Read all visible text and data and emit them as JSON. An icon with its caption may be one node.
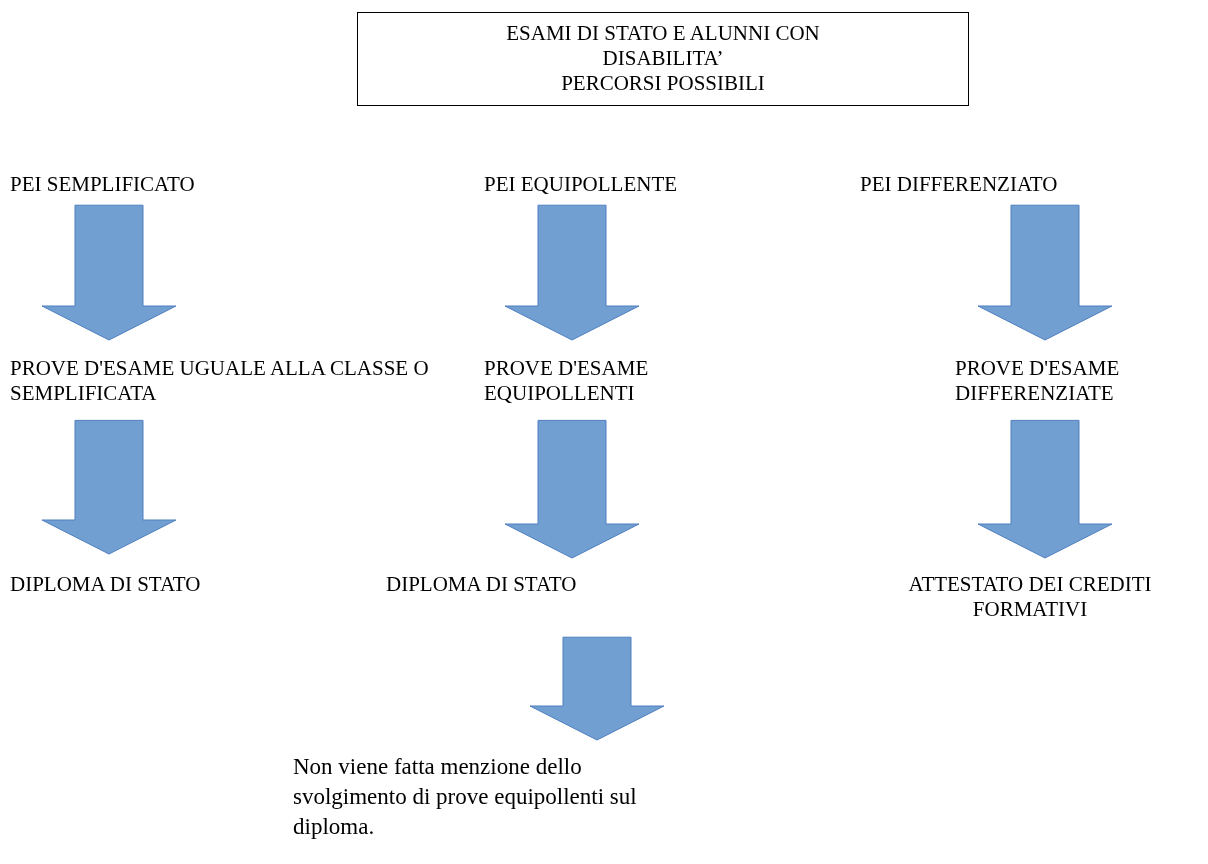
{
  "diagram": {
    "nodes": [
      {
        "text": [
          "ESAMI DI STATO E ALUNNI CON DISABILITA’",
          "PERCORSI POSSIBILI"
        ]
      },
      {
        "text": [
          "PEI SEMPLIFICATO"
        ]
      },
      {
        "text": [
          "PEI EQUIPOLLENTE"
        ]
      },
      {
        "text": [
          "PEI DIFFERENZIATO"
        ]
      },
      {
        "text": [
          "PROVE D'ESAME UGUALE ALLA CLASSE O SEMPLIFICATA"
        ]
      },
      {
        "text": [
          "PROVE D'ESAME EQUIPOLLENTI"
        ]
      },
      {
        "text": [
          "PROVE D'ESAME DIFFERENZIATE"
        ]
      },
      {
        "text": [
          "DIPLOMA DI STATO"
        ]
      },
      {
        "text": [
          "DIPLOMA DI STATO"
        ]
      },
      {
        "text": [
          "ATTESTATO DEI CREDITI FORMATIVI"
        ]
      },
      {
        "text": [
          "Non viene fatta menzione dello svolgimento di prove equipollenti sul diploma."
        ]
      }
    ],
    "edges": [
      {
        "from": 1,
        "to": 4,
        "arrow": "to"
      },
      {
        "from": 2,
        "to": 5,
        "arrow": "to"
      },
      {
        "from": 3,
        "to": 6,
        "arrow": "to"
      },
      {
        "from": 4,
        "to": 7,
        "arrow": "to"
      },
      {
        "from": 5,
        "to": 8,
        "arrow": "to"
      },
      {
        "from": 6,
        "to": 9,
        "arrow": "to"
      },
      {
        "from": 8,
        "to": 10,
        "arrow": "to"
      }
    ]
  }
}
